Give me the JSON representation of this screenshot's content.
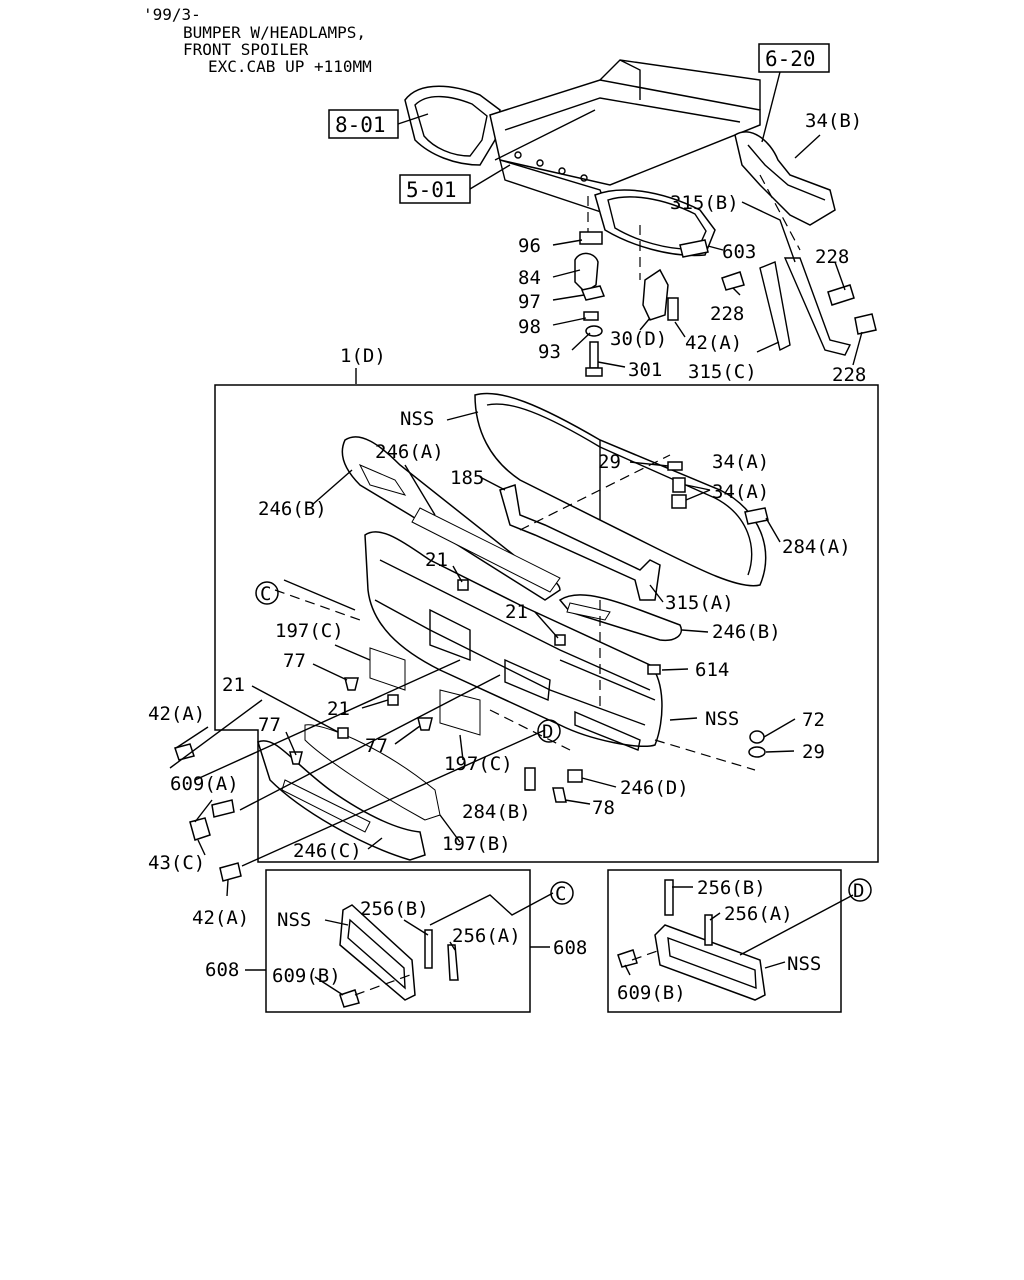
{
  "header": {
    "line1": "'99/3-",
    "line2": "BUMPER W/HEADLAMPS,",
    "line3": "FRONT SPOILER",
    "line4": "EXC.CAB UP +110MM"
  },
  "refs": {
    "r1": "8-01",
    "r2": "5-01",
    "r3": "6-20"
  },
  "labels": {
    "p34b": "34(B)",
    "p315b": "315(B)",
    "p228a": "228",
    "p228b": "228",
    "p228c": "228",
    "p96": "96",
    "p84": "84",
    "p97": "97",
    "p98": "98",
    "p93": "93",
    "p301": "301",
    "p603": "603",
    "p30d": "30(D)",
    "p42a_top": "42(A)",
    "p315c": "315(C)",
    "p1d": "1(D)",
    "nss1": "NSS",
    "p246a": "246(A)",
    "p246b_left": "246(B)",
    "p29_top": "29",
    "p34a_1": "34(A)",
    "p34a_2": "34(A)",
    "p185": "185",
    "p284a": "284(A)",
    "c_callout": "C",
    "p21_a": "21",
    "p21_b": "21",
    "p315a": "315(A)",
    "p197c_top": "197(C)",
    "p246b_right": "246(B)",
    "p77_a": "77",
    "p614": "614",
    "p21_c": "21",
    "p21_d": "21",
    "p42a_left": "42(A)",
    "d_callout": "D",
    "nss2": "NSS",
    "p72": "72",
    "p77_b": "77",
    "p77_c": "77",
    "p29_right": "29",
    "p197c_bot": "197(C)",
    "p609a": "609(A)",
    "p246d": "246(D)",
    "p284b": "284(B)",
    "p78": "78",
    "p197b": "197(B)",
    "p43c": "43(C)",
    "p246c": "246(C)",
    "p42a_bot": "42(A)",
    "inset_c": {
      "nss": "NSS",
      "p256b": "256(B)",
      "p256a": "256(A)",
      "p608_left": "608",
      "p608_right": "608",
      "p609b": "609(B)",
      "callout": "C"
    },
    "inset_d": {
      "p256b": "256(B)",
      "p256a": "256(A)",
      "nss": "NSS",
      "p609b": "609(B)",
      "callout": "D"
    }
  }
}
